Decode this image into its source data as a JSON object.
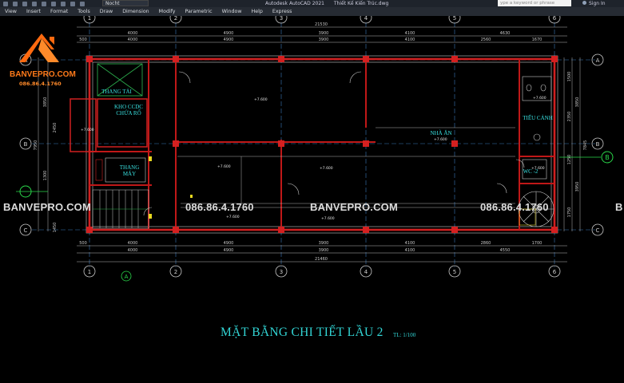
{
  "app": {
    "name": "Autodesk AutoCAD 2021",
    "file": "Thiết Kế Kiến Trúc.dwg",
    "layer": "Nocht",
    "search_placeholder": "ype a keyword or phrase",
    "sign_in": "Sign In"
  },
  "menu": [
    "View",
    "Insert",
    "Format",
    "Tools",
    "Draw",
    "Dimension",
    "Modify",
    "Parametric",
    "Window",
    "Help",
    "Express"
  ],
  "logo": {
    "brand": "BANVEPRO.COM",
    "phone": "086.86.4.1760"
  },
  "watermark": {
    "brand": "BANVEPRO.COM",
    "phone": "086.86.4.1760"
  },
  "drawing": {
    "title": "MẶT BẰNG CHI TIẾT LẦU 2",
    "scale": "TL: 1/100",
    "grid_top": [
      "1",
      "2",
      "3",
      "4",
      "5",
      "6"
    ],
    "grid_bottom": [
      "1",
      "2",
      "3",
      "4",
      "5",
      "6"
    ],
    "grid_left": [
      "A",
      "B",
      "C"
    ],
    "grid_right": [
      "A",
      "B",
      "C"
    ],
    "grid_a_marker": "A",
    "dims_top_total": "21530",
    "dims_top_row1": [
      "500",
      "4000",
      "4900",
      "3900",
      "4100",
      "2560",
      "1670"
    ],
    "dims_top_row2": [
      "4000",
      "4900",
      "3900",
      "4100",
      "4630"
    ],
    "dims_bottom_row1": [
      "500",
      "4000",
      "4900",
      "3900",
      "4100",
      "2860",
      "1700"
    ],
    "dims_bottom_row2": [
      "4000",
      "4900",
      "3900",
      "4100",
      "4550"
    ],
    "dims_bottom_total": "21460",
    "dims_left": [
      "3850",
      "2450",
      "7950",
      "1300",
      "1450"
    ],
    "dims_right": [
      "1500",
      "3850",
      "2350",
      "7845",
      "1250",
      "3950",
      "1750"
    ],
    "rooms": {
      "thang_tai": "THANG TẢI",
      "kho": [
        "KHO CCDC",
        "CHỨA RỔ"
      ],
      "thang_may": [
        "THANG",
        "MÁY"
      ],
      "nha_an": "NHÀ ĂN",
      "tieu_canh": "TIỂU CẢNH",
      "wc": "WC -2"
    },
    "levels": [
      "+7.600",
      "+7.600",
      "+7.600",
      "+7.600",
      "+7.600",
      "+7.600",
      "+7.600",
      "+7.600",
      "+7.600"
    ]
  }
}
